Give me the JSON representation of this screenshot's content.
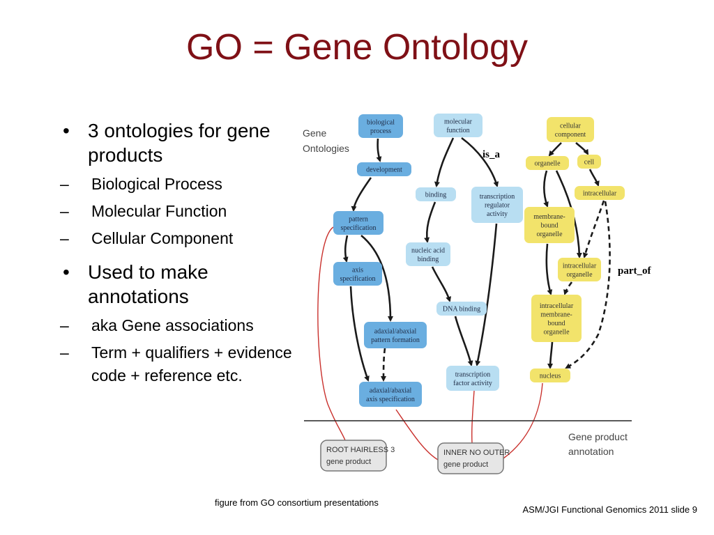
{
  "title": "GO = Gene Ontology",
  "bullets": [
    {
      "text": "3 ontologies for gene products",
      "subs": [
        "Biological Process",
        "Molecular Function",
        "Cellular Component"
      ]
    },
    {
      "text": "Used to make annotations",
      "subs": [
        "aka Gene associations",
        "Term + qualifiers + evidence code + reference etc."
      ]
    }
  ],
  "diagram": {
    "header": [
      "Gene",
      "Ontologies"
    ],
    "annotation_label": [
      "Gene product",
      "annotation"
    ],
    "relations": {
      "is_a": "is_a",
      "part_of": "part_of"
    },
    "colors": {
      "process": "#6aaee0",
      "function": "#b8def2",
      "component": "#f2e36b",
      "red_line": "#c9302c",
      "gene_product": "#e6e6e6"
    },
    "process_nodes": [
      [
        "biological",
        "process"
      ],
      [
        "development"
      ],
      [
        "pattern",
        "specification"
      ],
      [
        "axis",
        "specification"
      ],
      [
        "adaxial/abaxial",
        "pattern formation"
      ],
      [
        "adaxial/abaxial",
        "axis specification"
      ]
    ],
    "function_nodes": [
      [
        "molecular",
        "function"
      ],
      [
        "binding"
      ],
      [
        "transcription",
        "regulator",
        "activity"
      ],
      [
        "nucleic acid",
        "binding"
      ],
      [
        "DNA binding"
      ],
      [
        "transcription",
        "factor activity"
      ]
    ],
    "component_nodes": [
      [
        "cellular",
        "component"
      ],
      [
        "organelle"
      ],
      [
        "cell"
      ],
      [
        "intracellular"
      ],
      [
        "membrane-",
        "bound",
        "organelle"
      ],
      [
        "intracellular",
        "organelle"
      ],
      [
        "intracellular",
        "membrane-",
        "bound",
        "organelle"
      ],
      [
        "nucleus"
      ]
    ],
    "gene_products": [
      [
        "ROOT HAIRLESS 3",
        "gene product"
      ],
      [
        "INNER NO OUTER",
        "gene product"
      ]
    ]
  },
  "footer_left": "figure from GO consortium presentations",
  "footer_right": "ASM/JGI Functional Genomics 2011 slide 9"
}
